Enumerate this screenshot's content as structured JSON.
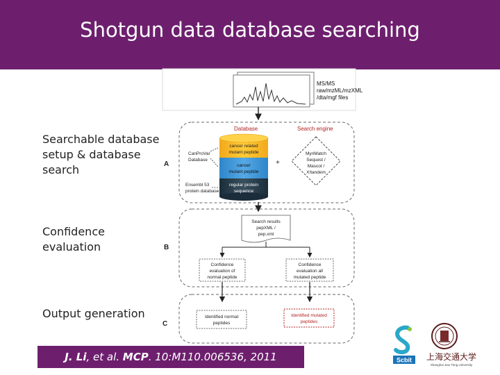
{
  "slide": {
    "title": "Shotgun data  database searching",
    "steps": [
      {
        "lines": [
          "Searchable database",
          "setup & database",
          "search"
        ]
      },
      {
        "lines": [
          "Confidence",
          "evaluation"
        ]
      },
      {
        "lines": [
          "Output generation"
        ]
      }
    ],
    "citation": {
      "author": "J. Li",
      "etal": ", et al. ",
      "journal": "MCP",
      "ref": ". 10:M110.006536, 2011"
    }
  },
  "diagram": {
    "msms": [
      "MS/MS",
      "raw/mzML/mzXML",
      "/dta/mgf files"
    ],
    "database_header": "Database",
    "search_engine_header": "Search engine",
    "cancer_related": [
      "cancer related",
      "mutant peptide"
    ],
    "cancer_mutant": [
      "cancer",
      "mutant peptide"
    ],
    "regular": [
      "regular protein",
      "sequence"
    ],
    "canprovar": [
      "CanProVar",
      "Database"
    ],
    "ensembl": [
      "Ensembl 53",
      "protein database"
    ],
    "plus": "+",
    "engines": [
      "MyriMatch",
      "Sequest /",
      "Mascot /",
      "X!tandem"
    ],
    "results": [
      "Search results",
      "pepXML /",
      "pep.xml"
    ],
    "conf_normal": [
      "Confidence",
      "evaluation of",
      "normal peptide"
    ],
    "conf_mutated": [
      "Confidence",
      "evaluation all",
      "mutated peptide"
    ],
    "id_normal": [
      "Identified normal",
      "peptides"
    ],
    "id_mutated": [
      "Identified mutated",
      "peptides"
    ],
    "label_a": "A",
    "label_b": "B",
    "label_c": "C"
  },
  "logos": {
    "scbit": "Scbit",
    "sjtu_cn": "上海交通大学",
    "sjtu_en": "Shanghai Jiao Tong University"
  }
}
